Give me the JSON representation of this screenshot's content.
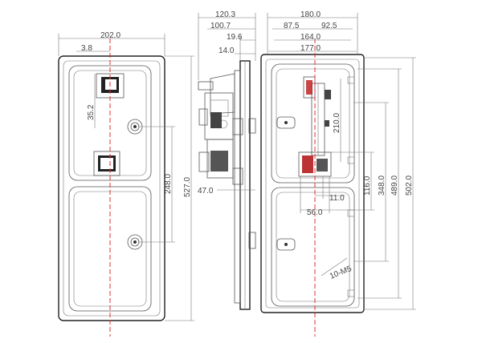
{
  "front_view": {
    "width_label": "202.0",
    "offset_label": "3.8",
    "slot_label": "35.2",
    "upper_height_label": "248.0",
    "total_height_label": "527.0"
  },
  "side_view": {
    "d1": "120.3",
    "d2": "100.7",
    "d3": "19.6",
    "d4": "14.0",
    "d5": "47.0"
  },
  "back_view": {
    "w1": "180.0",
    "w2a": "87.5",
    "w2b": "92.5",
    "w3": "164.0",
    "w4": "177.0",
    "h1": "210.0",
    "h2": "116.0",
    "h3": "348.0",
    "h4": "489.0",
    "h5": "502.0",
    "s1": "11.0",
    "s2": "56.0",
    "tag": "10-M5"
  }
}
